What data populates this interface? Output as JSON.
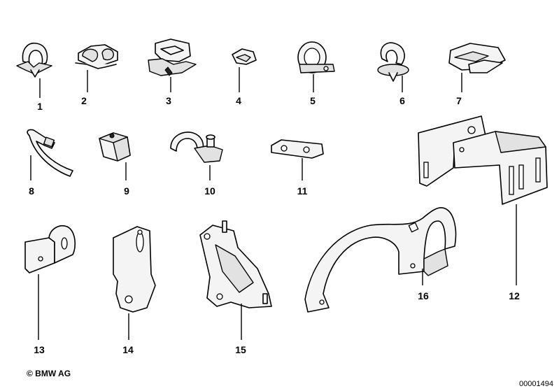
{
  "diagram": {
    "parts": [
      {
        "label": "1"
      },
      {
        "label": "2"
      },
      {
        "label": "3"
      },
      {
        "label": "4"
      },
      {
        "label": "5"
      },
      {
        "label": "6"
      },
      {
        "label": "7"
      },
      {
        "label": "8"
      },
      {
        "label": "9"
      },
      {
        "label": "10"
      },
      {
        "label": "11"
      },
      {
        "label": "12"
      },
      {
        "label": "13"
      },
      {
        "label": "14"
      },
      {
        "label": "15"
      },
      {
        "label": "16"
      }
    ],
    "copyright": "© BMW AG",
    "image_code": "00001494"
  }
}
